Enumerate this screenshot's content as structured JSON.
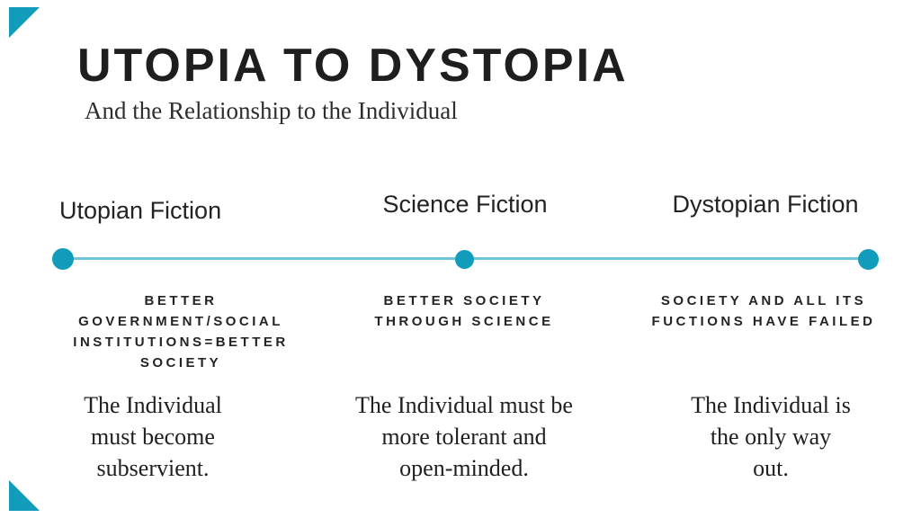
{
  "slide": {
    "title": "UTOPIA TO DYSTOPIA",
    "subtitle": "And the Relationship to the Individual",
    "colors": {
      "accent_teal": "#119CBB",
      "timeline_line": "#6FC6D9",
      "text": "#222222",
      "background": "#FFFFFF"
    },
    "timeline": {
      "stages": [
        {
          "label": "Utopian Fiction",
          "heading_lines": [
            "BETTER",
            "GOVERNMENT/SOCIAL",
            "INSTITUTIONS=BETTER",
            "SOCIETY"
          ],
          "body_lines": [
            "The Individual",
            "must become",
            "subservient."
          ]
        },
        {
          "label": "Science Fiction",
          "heading_lines": [
            "BETTER SOCIETY",
            "THROUGH SCIENCE"
          ],
          "body_lines": [
            "The Individual must be",
            "more tolerant and",
            "open-minded."
          ]
        },
        {
          "label": "Dystopian Fiction",
          "heading_lines": [
            "SOCIETY AND ALL ITS",
            "FUCTIONS HAVE FAILED"
          ],
          "body_lines": [
            "The Individual is",
            "the only way",
            "out."
          ]
        }
      ]
    }
  }
}
